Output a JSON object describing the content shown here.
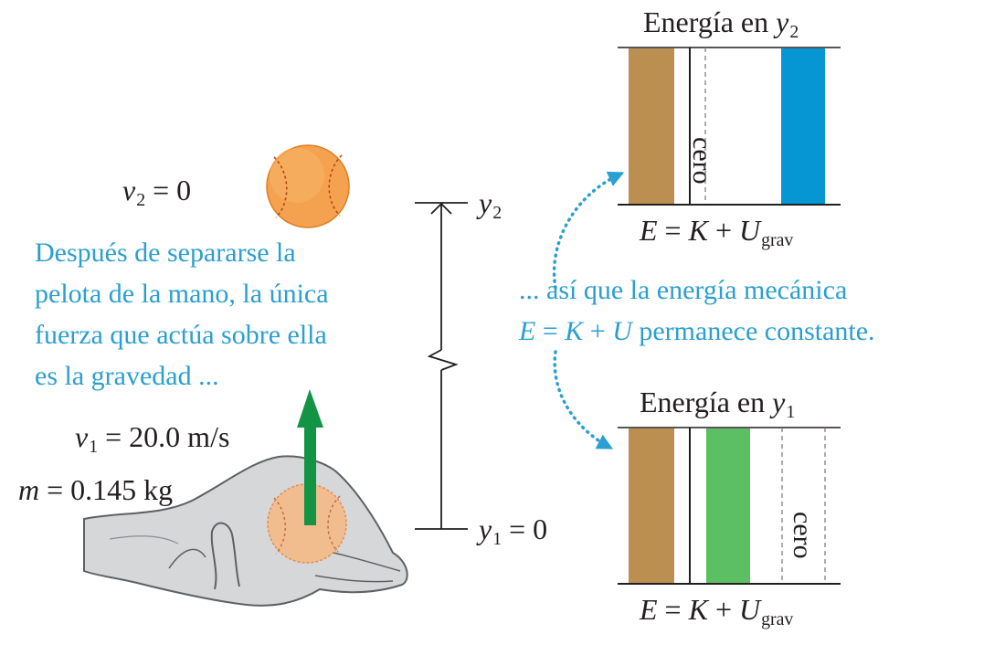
{
  "colors": {
    "kinetic": "#bb8f4f",
    "potential_high": "#0596d3",
    "potential_low": "#5cbf63",
    "caption": "#2a9fd0",
    "arrow": "#139444",
    "ball": "#f4a24f"
  },
  "ball_top": {
    "v_var": "v",
    "v_sub": "2",
    "v_value": "= 0"
  },
  "ball_bottom": {
    "v_var": "v",
    "v_sub": "1",
    "v_value": "= 20.0 m/s",
    "m_var": "m",
    "m_value": "= 0.145 kg"
  },
  "axis": {
    "top_var": "y",
    "top_sub": "2",
    "bottom_var": "y",
    "bottom_sub": "1",
    "bottom_value": "= 0"
  },
  "caption_left": [
    "Después de separarse la",
    "pelota de la mano, la única",
    "fuerza que actúa sobre ella",
    "es la gravedad ..."
  ],
  "caption_right": {
    "line1": "... así que la energía mecánica",
    "line2_var_E": "E",
    "line2_eq": "=",
    "line2_var_K": "K",
    "line2_plus": "+",
    "line2_var_U": "U",
    "line2_rest": "permanece constante."
  },
  "energy_top": {
    "title": "Energía en",
    "title_var": "y",
    "title_sub": "2",
    "zero_label": "cero",
    "kinetic_level": 1.0,
    "potential_level": 1.0,
    "equation": {
      "E": "E",
      "eq": "=",
      "K": "K",
      "plus": "+",
      "U": "U",
      "U_sub": "grav"
    }
  },
  "energy_bottom": {
    "title": "Energía en",
    "title_var": "y",
    "title_sub": "1",
    "zero_label": "cero",
    "kinetic_level": 1.0,
    "potential_level": 1.0,
    "equation": {
      "E": "E",
      "eq": "=",
      "K": "K",
      "plus": "+",
      "U": "U",
      "U_sub": "grav"
    }
  }
}
